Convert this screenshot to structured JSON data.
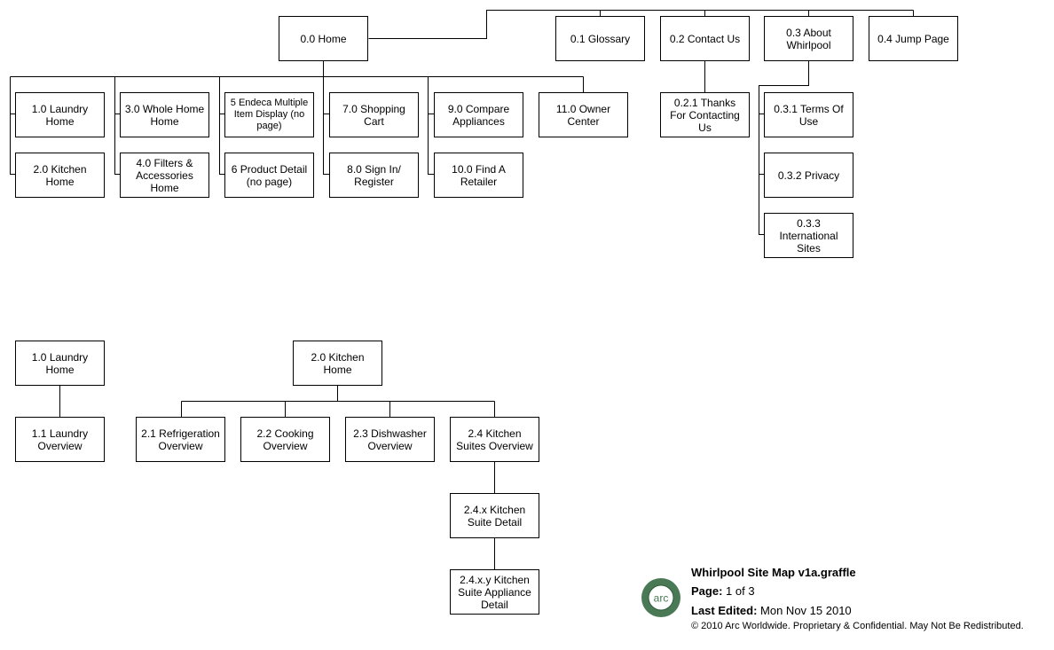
{
  "nodes": {
    "n_home": "0.0 Home",
    "n_glossary": "0.1 Glossary",
    "n_contact": "0.2 Contact Us",
    "n_about": "0.3 About\nWhirlpool",
    "n_jump": "0.4 Jump Page",
    "n_laundry": "1.0 Laundry\nHome",
    "n_kitchen": "2.0 Kitchen\nHome",
    "n_wholehome": "3.0 Whole Home\nHome",
    "n_filters": "4.0 Filters &\nAccessories\nHome",
    "n_endeca": "5 Endeca Multiple\nItem Display (no\npage)",
    "n_product": "6 Product Detail\n(no page)",
    "n_cart": "7.0 Shopping\nCart",
    "n_signin": "8.0 Sign In/\nRegister",
    "n_compare": "9.0 Compare\nAppliances",
    "n_retailer": "10.0 Find A\nRetailer",
    "n_owner": "11.0 Owner\nCenter",
    "n_thanks": "0.2.1 Thanks\nFor Contacting\nUs",
    "n_terms": "0.3.1 Terms Of\nUse",
    "n_privacy": "0.3.2 Privacy",
    "n_intl": "0.3.3\nInternational\nSites",
    "n_laundry2": "1.0 Laundry\nHome",
    "n_laundry_ov": "1.1 Laundry\nOverview",
    "n_kitchen2": "2.0 Kitchen\nHome",
    "n_refrig": "2.1 Refrigeration\nOverview",
    "n_cooking": "2.2 Cooking\nOverview",
    "n_dish": "2.3 Dishwasher\nOverview",
    "n_suites": "2.4 Kitchen\nSuites Overview",
    "n_suite_detail": "2.4.x Kitchen\nSuite Detail",
    "n_suite_app": "2.4.x.y Kitchen\nSuite Appliance\nDetail"
  },
  "footer": {
    "logo_text": "arc",
    "title": "Whirlpool Site Map v1a.graffle",
    "page_label": "Page:",
    "page_value": "1 of 3",
    "edited_label": "Last Edited:",
    "edited_value": "Mon Nov 15 2010",
    "copyright": "© 2010 Arc Worldwide. Proprietary & Confidential. May Not Be Redistributed."
  },
  "colors": {
    "line": "#000000",
    "logo_ring": "#4a7a55",
    "logo_inner": "#ffffff"
  }
}
